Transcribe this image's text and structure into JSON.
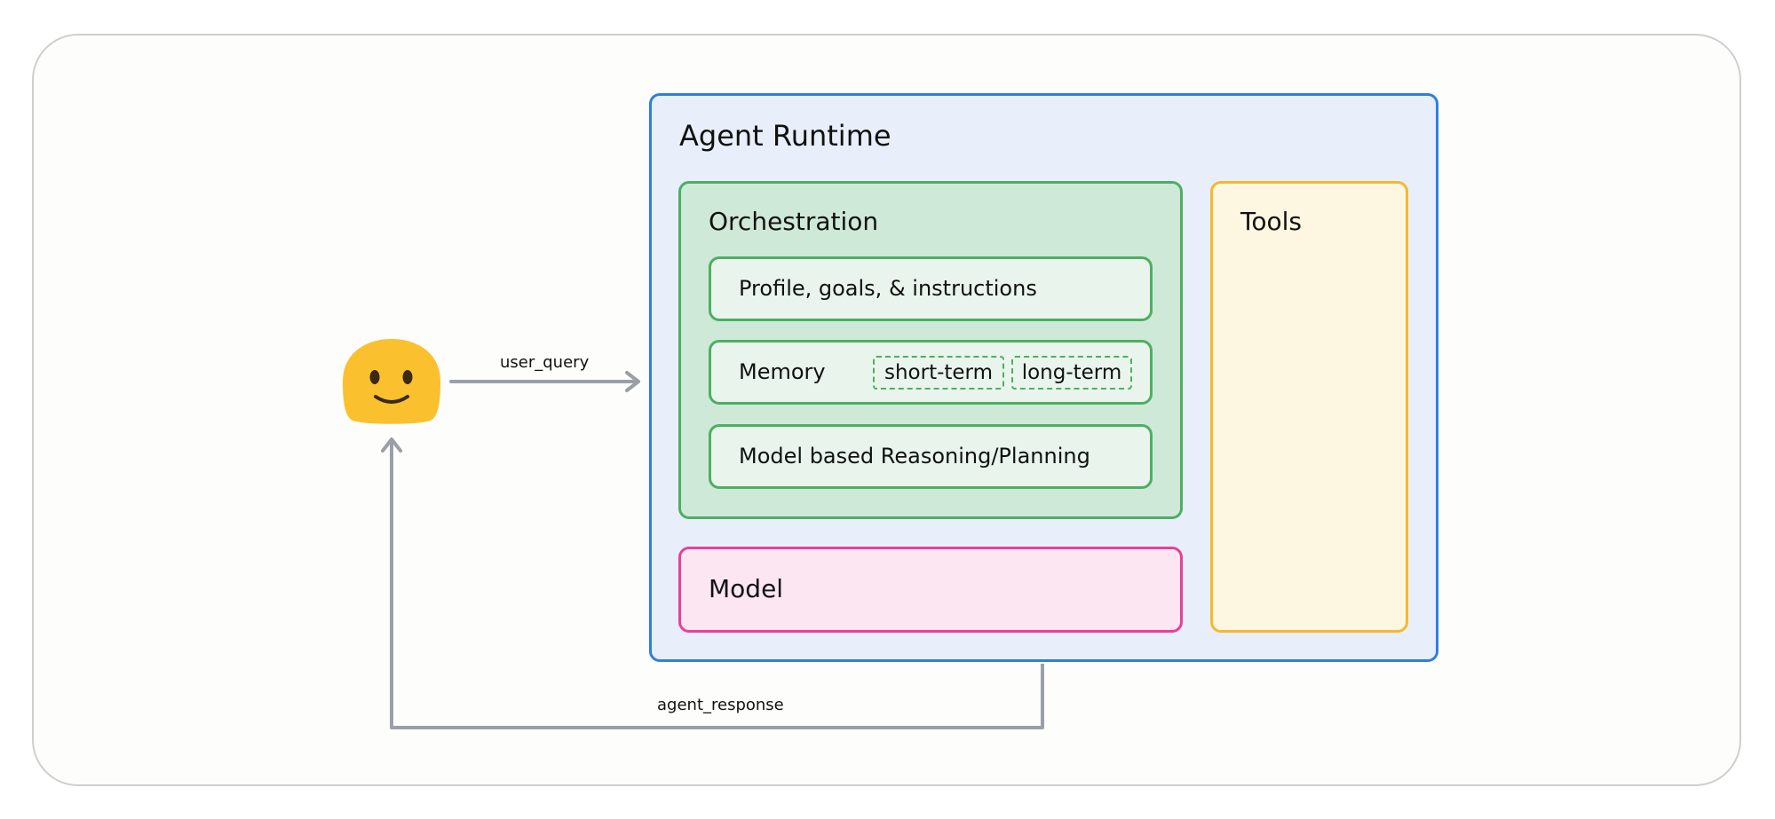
{
  "diagram": {
    "runtime": {
      "title": "Agent Runtime"
    },
    "orchestration": {
      "title": "Orchestration",
      "items": [
        {
          "label": "Profile, goals, & instructions"
        },
        {
          "label": "Memory",
          "tags": [
            "short-term",
            "long-term"
          ]
        },
        {
          "label": "Model based Reasoning/Planning"
        }
      ]
    },
    "model": {
      "title": "Model"
    },
    "tools": {
      "title": "Tools"
    },
    "user": {
      "icon": "smiley-face-icon"
    },
    "edges": {
      "user_query": "user_query",
      "agent_response": "agent_response"
    },
    "colors": {
      "runtime_border": "#2f7fe0",
      "orchestration_border": "#4caf61",
      "tools_border": "#f5b82e",
      "model_border": "#e8409a",
      "arrow": "#9aa0a6",
      "face": "#fbc02d"
    }
  }
}
